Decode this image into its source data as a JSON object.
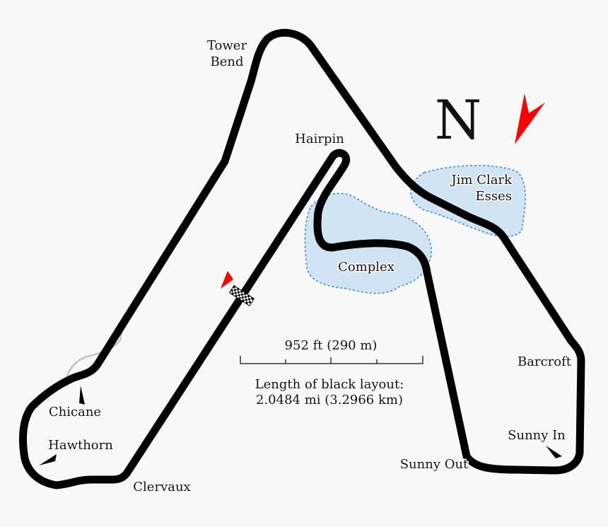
{
  "labels": {
    "tower_bend": [
      "Tower",
      "Bend"
    ],
    "hairpin": "Hairpin",
    "north": "N",
    "jim_clark_esses": [
      "Jim Clark",
      "Esses"
    ],
    "complex": "Complex",
    "barcroft": "Barcroft",
    "sunny_in": "Sunny In",
    "sunny_out": "Sunny Out",
    "clervaux": "Clervaux",
    "hawthorn": "Hawthorn",
    "chicane": "Chicane"
  },
  "scale": {
    "label": "952 ft (290 m)",
    "length_title": "Length of black layout:",
    "length_value": "2.0484 mi (3.2966 km)"
  },
  "colors": {
    "track": "#000000",
    "alternate_track": "#c8c8c8",
    "zone_fill": "#d0e4f4",
    "zone_border": "#3a8ad6",
    "north_arrow": "#ff0000",
    "background": "#f8f8f8"
  }
}
